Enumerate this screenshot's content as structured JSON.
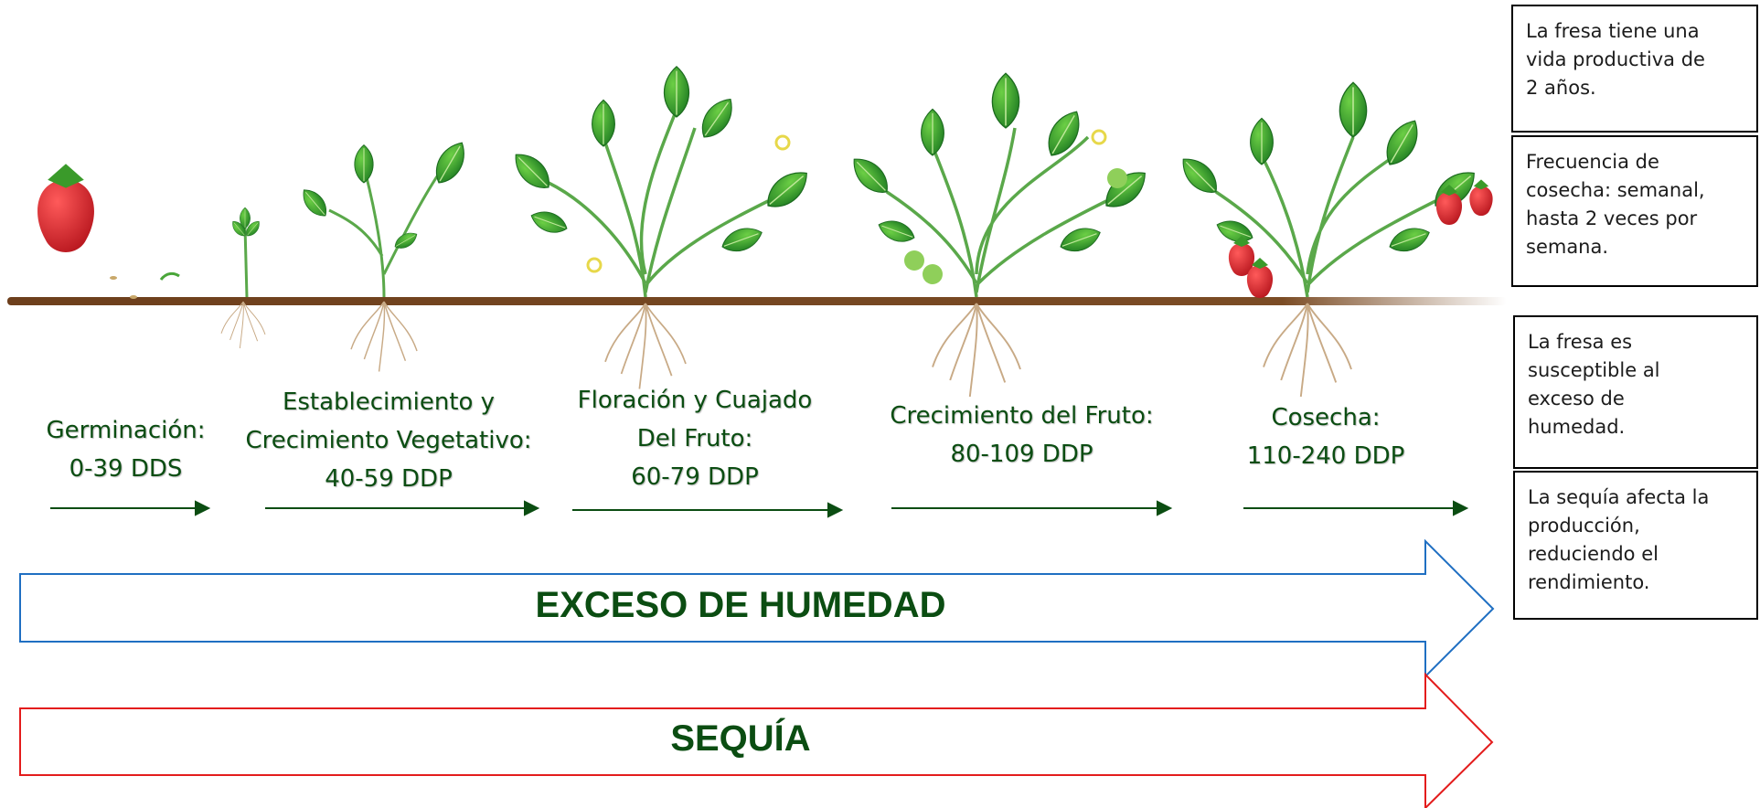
{
  "stages": [
    {
      "name": "germinacion",
      "lines": [
        "Germinación:",
        "0-39 DDS"
      ]
    },
    {
      "name": "establecimiento",
      "lines": [
        "Establecimiento y",
        "Crecimiento Vegetativo:",
        "40-59 DDP"
      ]
    },
    {
      "name": "floracion",
      "lines": [
        "Floración y Cuajado",
        "Del Fruto:",
        "60-79 DDP"
      ]
    },
    {
      "name": "crecimiento-fruto",
      "lines": [
        "Crecimiento del Fruto:",
        "80-109 DDP"
      ]
    },
    {
      "name": "cosecha",
      "lines": [
        "Cosecha:",
        "110-240 DDP"
      ]
    }
  ],
  "bands": {
    "humedad": {
      "label": "EXCESO DE HUMEDAD",
      "color": "#1f6fc2"
    },
    "sequia": {
      "label": "SEQUÍA",
      "color": "#e31c1c"
    }
  },
  "notes": [
    {
      "lines": [
        "La fresa tiene una",
        "vida productiva de",
        "2 años."
      ]
    },
    {
      "lines": [
        "Frecuencia de",
        "cosecha: semanal,",
        "hasta 2 veces por",
        "semana."
      ]
    },
    {
      "lines": [
        "La fresa es",
        "susceptible al",
        "exceso de",
        "humedad."
      ]
    },
    {
      "lines": [
        "La sequía afecta la",
        "producción,",
        "reduciendo el",
        "rendimiento."
      ]
    }
  ],
  "colors": {
    "text": "#0b4d12",
    "soil": "#7a4a22",
    "leaf": "#2e9b2f",
    "berry": "#d3222a"
  }
}
